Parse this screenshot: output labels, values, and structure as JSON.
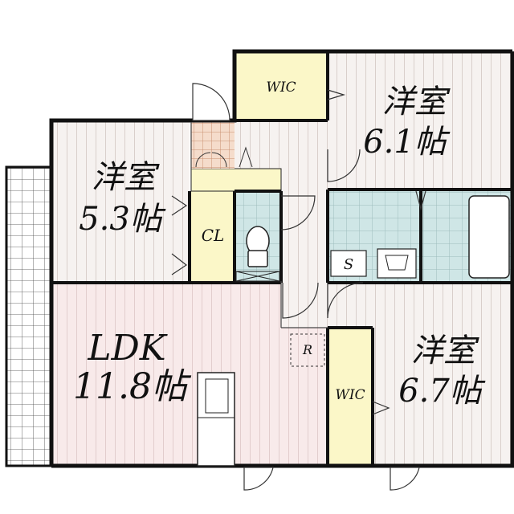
{
  "rooms": {
    "western_1": {
      "name": "洋室",
      "size": "6.1帖"
    },
    "western_2": {
      "name": "洋室",
      "size": "5.3帖"
    },
    "western_3": {
      "name": "洋室",
      "size": "6.7帖"
    },
    "ldk": {
      "name": "LDK",
      "size": "11.8帖"
    }
  },
  "labels": {
    "wic_top": "WIC",
    "wic_right": "WIC",
    "closet": "CL",
    "storage": "S",
    "refrigerator": "R"
  },
  "colors": {
    "wall": "#111111",
    "western_floor": "#f7f3f1",
    "ldk_floor": "#f8ebeb",
    "storage_floor": "#fbf7c8",
    "tile_floor": "#cfe6e6",
    "entrance_tile": "#f4dccc"
  }
}
